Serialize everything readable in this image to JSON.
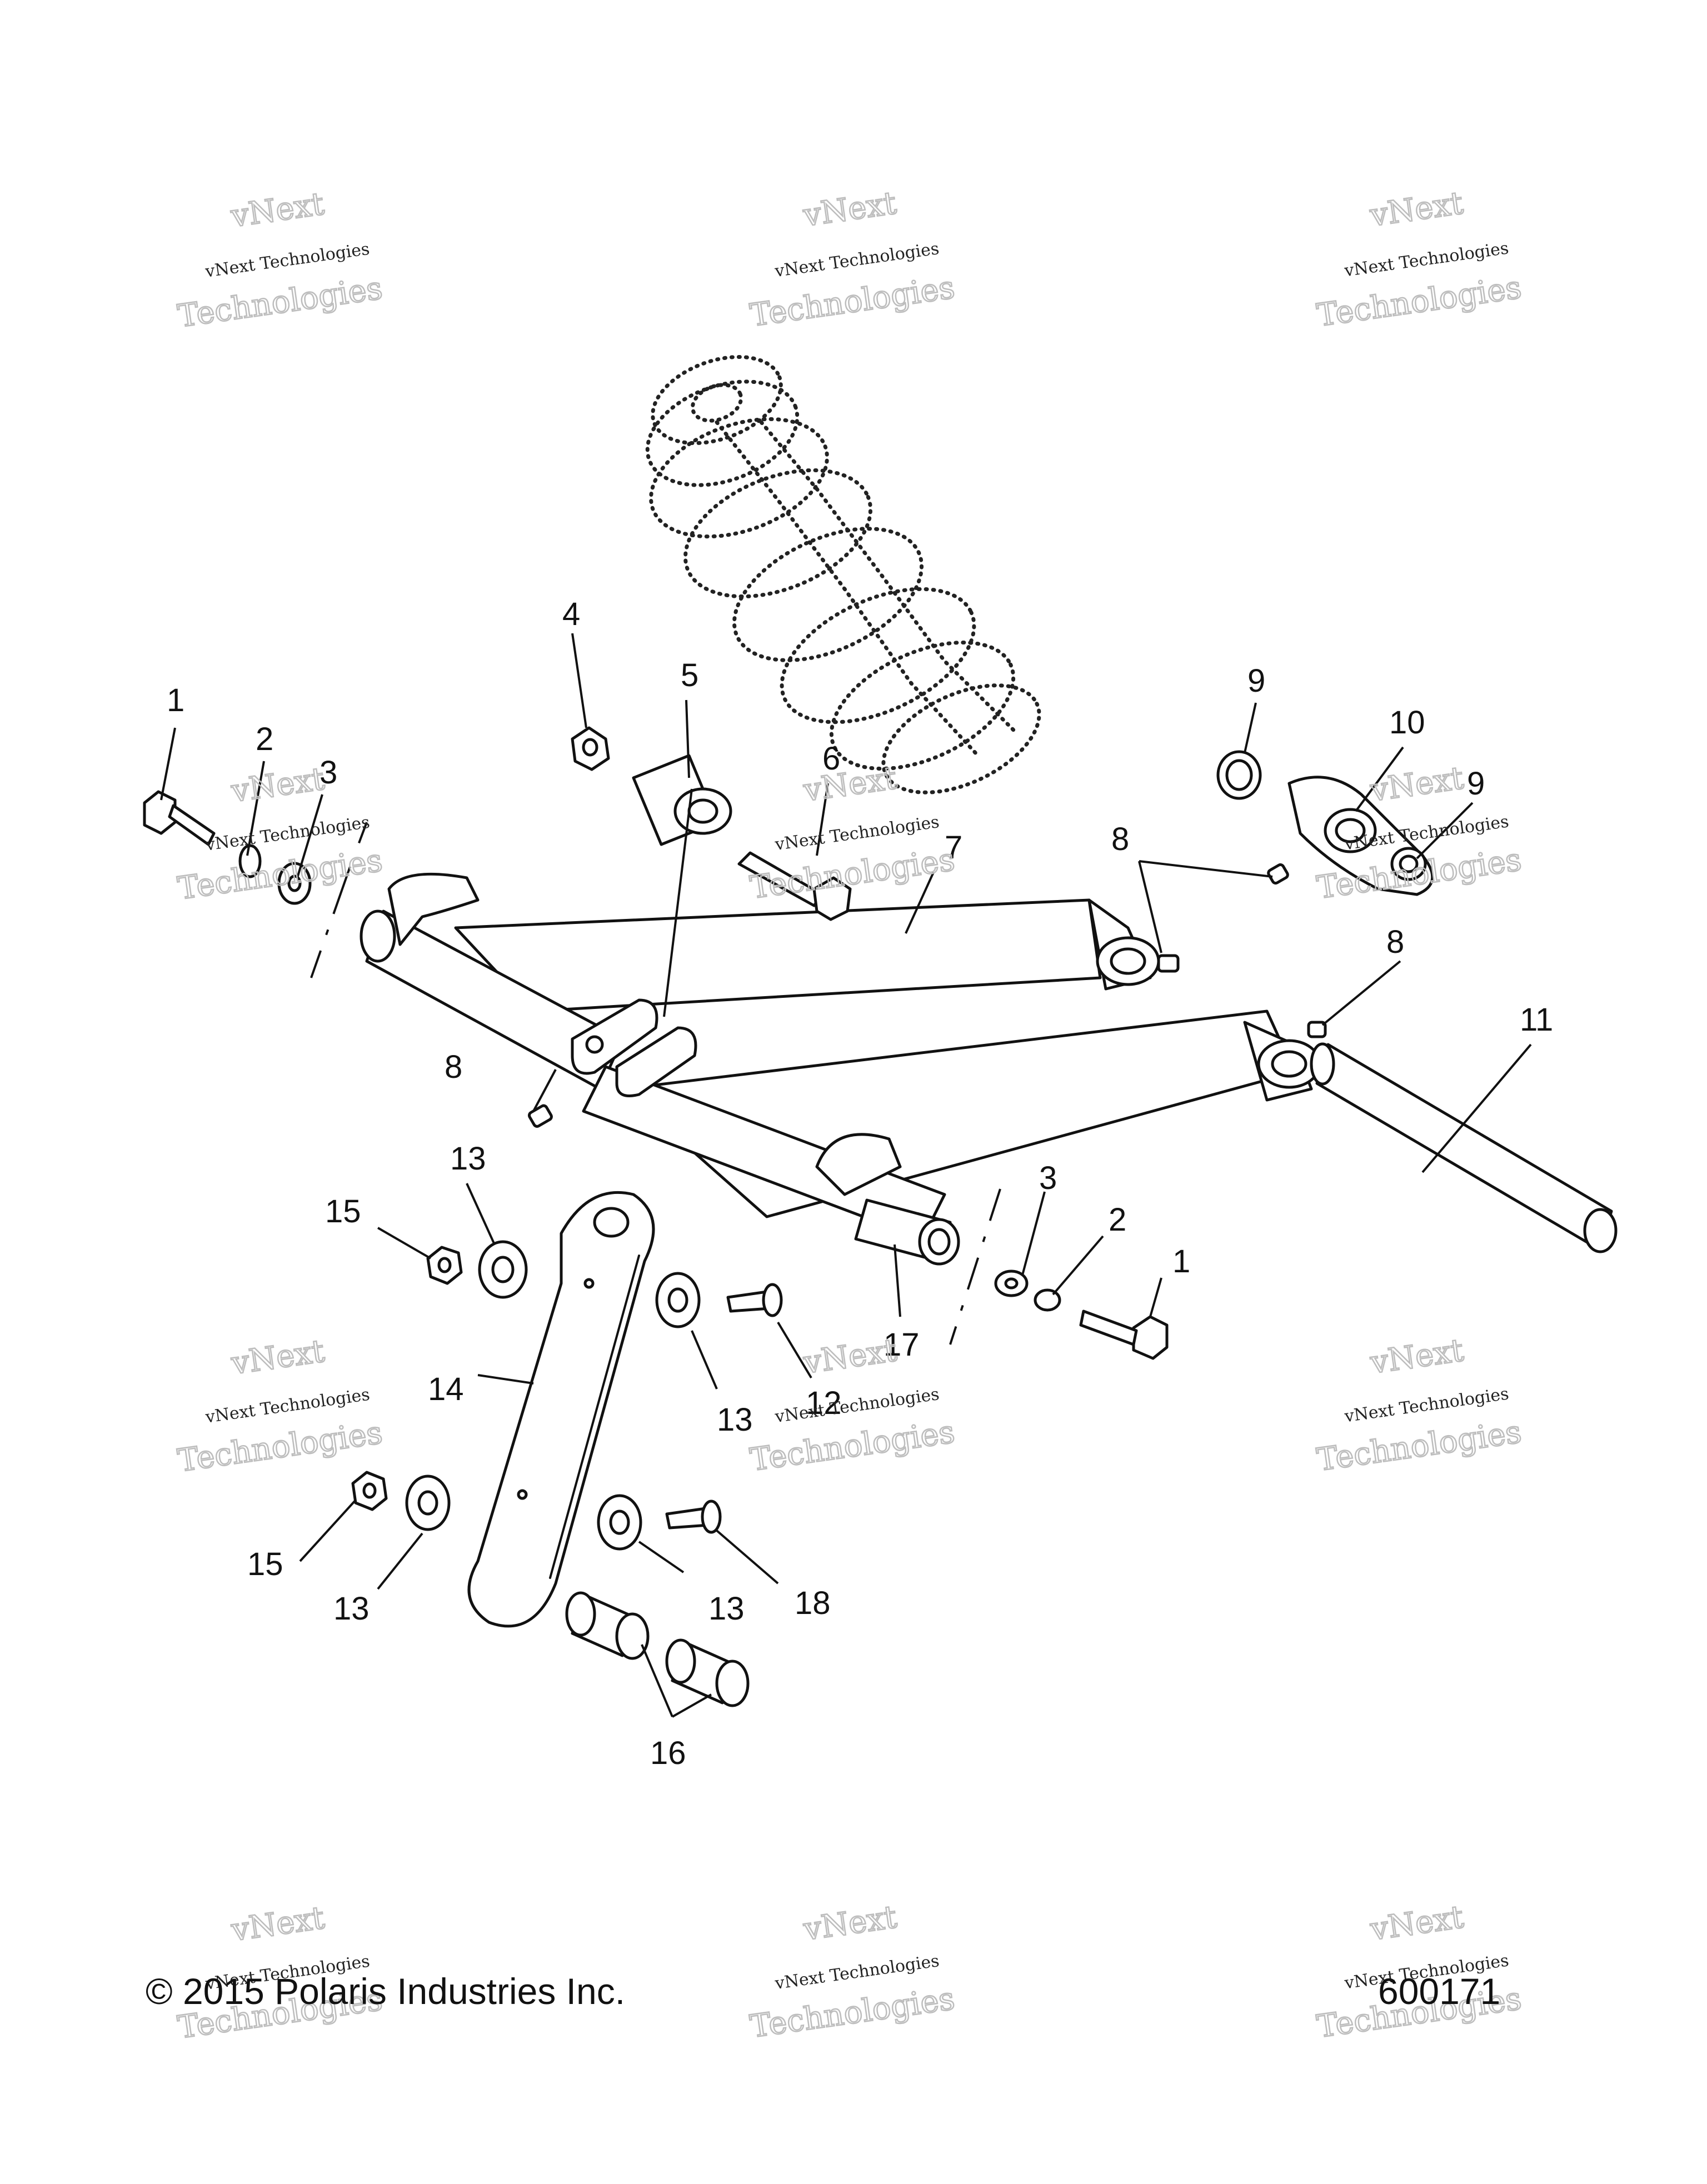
{
  "watermark": {
    "line1": "vNext",
    "line2": "vNext Technologies",
    "line3": "Technologies"
  },
  "callouts": [
    "1",
    "2",
    "3",
    "4",
    "5",
    "6",
    "7",
    "8",
    "9",
    "10",
    "11",
    "12",
    "13",
    "14",
    "15",
    "16",
    "17",
    "18"
  ],
  "footer": {
    "copyright": "© 2015 Polaris Industries Inc.",
    "figure_number": "600171"
  }
}
